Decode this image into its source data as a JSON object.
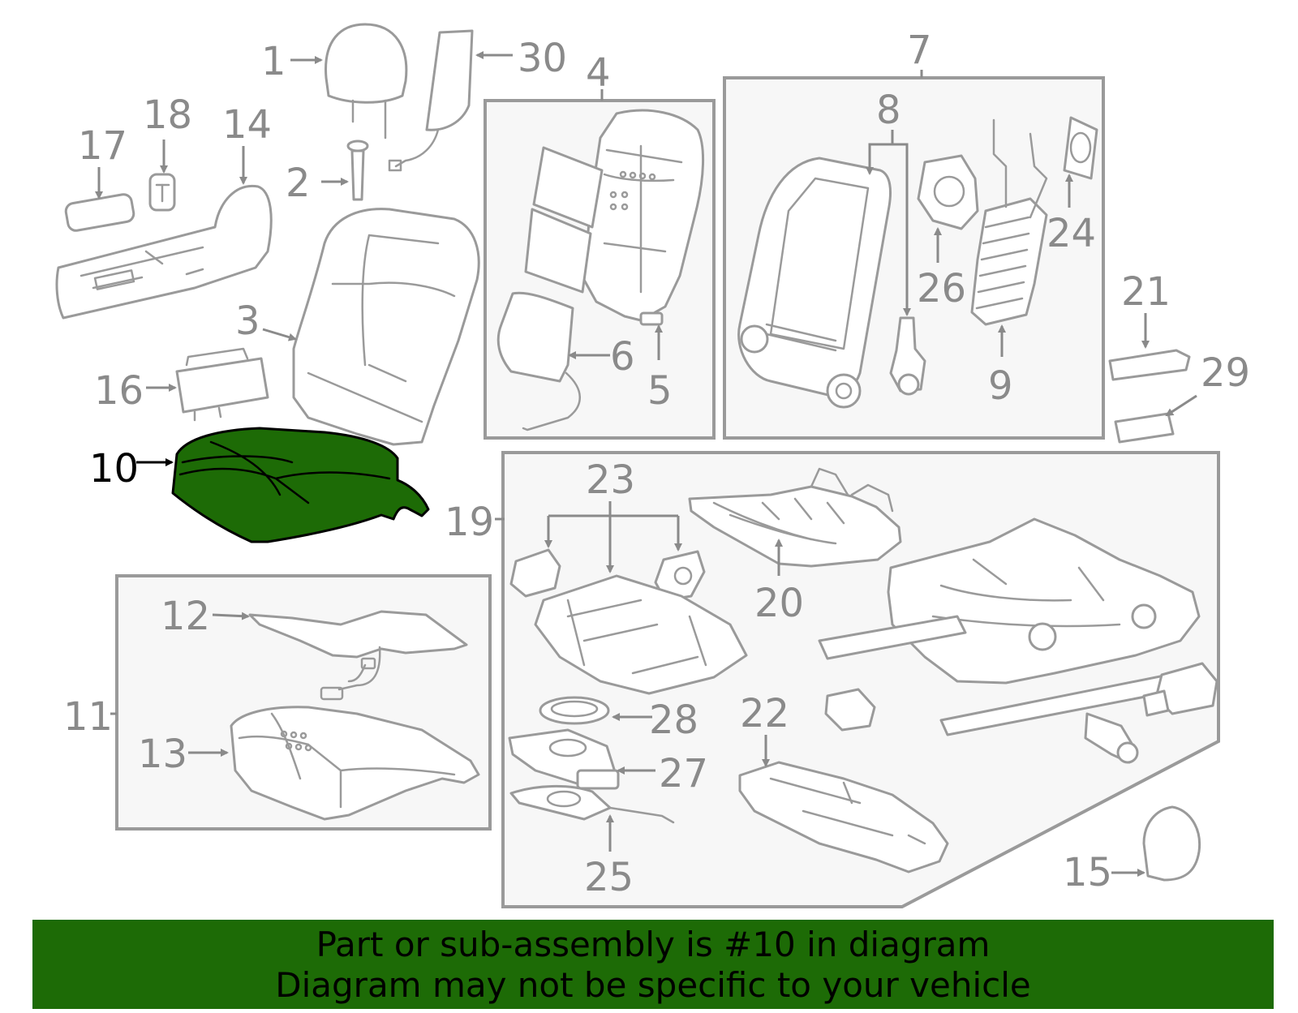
{
  "colors": {
    "highlight": "#1d6b06",
    "banner": "#1d6b06",
    "line": "#9a9a9a",
    "box_fill": "#f7f7f7"
  },
  "callouts": {
    "c1": "1",
    "c2": "2",
    "c3": "3",
    "c4": "4",
    "c5": "5",
    "c6": "6",
    "c7": "7",
    "c8": "8",
    "c9": "9",
    "c10": "10",
    "c11": "11",
    "c12": "12",
    "c13": "13",
    "c14": "14",
    "c15": "15",
    "c16": "16",
    "c17": "17",
    "c18": "18",
    "c19": "19",
    "c20": "20",
    "c21": "21",
    "c22": "22",
    "c23": "23",
    "c24": "24",
    "c25": "25",
    "c26": "26",
    "c27": "27",
    "c28": "28",
    "c29": "29",
    "c30": "30"
  },
  "highlighted_part": "10",
  "banner": {
    "line1": "Part or sub-assembly is #10 in diagram",
    "line2": "Diagram may not be specific to your vehicle"
  }
}
